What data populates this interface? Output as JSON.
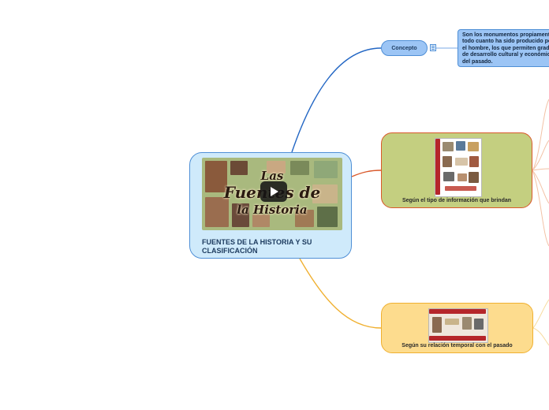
{
  "central": {
    "title": "FUENTES DE LA HISTORIA Y SU CLASIFICACIÓN",
    "thumbnail_title_l1": "Las",
    "thumbnail_title_l2": "Fuentes de",
    "thumbnail_title_l3": "la Historia"
  },
  "concept": {
    "label": "Concepto",
    "note": "Son los monumentos propiamente todo cuanto ha sido producido por el hombre, los que permiten grado de desarrollo cultural y económico del pasado."
  },
  "branches": [
    {
      "label": "Según el tipo de información que brindan",
      "color": "#c4cf80",
      "border": "#d9582a"
    },
    {
      "label": "Según su relación temporal con el pasado",
      "color": "#fddc8e",
      "border": "#f0b030"
    }
  ],
  "colors": {
    "concept_link": "#2266c4",
    "info_link": "#d9582a",
    "temporal_link": "#f0b030",
    "faint_link": "#f2c2a6"
  }
}
